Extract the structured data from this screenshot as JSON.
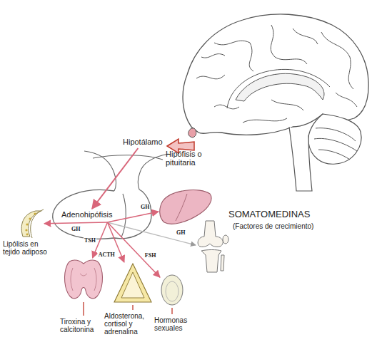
{
  "diagram": {
    "nodes": [
      {
        "text": [
          "Hipotálamo"
        ]
      },
      {
        "text": [
          "Adenohipófisis"
        ]
      },
      {
        "text": [
          "Lipólisis en tejido adiposo"
        ]
      },
      {
        "text": [
          "Tiroxina y calcitonina"
        ]
      },
      {
        "text": [
          "Aldosterona, cortisol y adrenalina"
        ]
      },
      {
        "text": [
          "Hormonas sexuales"
        ]
      }
    ],
    "edges": [
      {
        "from": 0,
        "to": 1,
        "arrow": "to"
      },
      {
        "from": 1,
        "to": 2,
        "label": "GH",
        "arrow": "to"
      },
      {
        "from": 1,
        "to": 3,
        "label": "TSH",
        "arrow": "to"
      },
      {
        "from": 1,
        "to": 4,
        "label": "ACTH",
        "arrow": "to"
      },
      {
        "from": 1,
        "to": 5,
        "label": "FSH",
        "arrow": "to"
      }
    ],
    "labels": [
      "Hipófisis o pituitaria",
      "GH",
      "GH",
      "SOMATOMEDINAS",
      "(Factores de crecimiento)"
    ]
  }
}
